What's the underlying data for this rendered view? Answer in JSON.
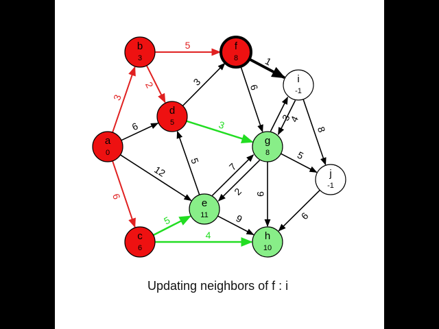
{
  "colors": {
    "page_background": "#000000",
    "panel_background": "#ffffff",
    "visited_node": "#ee1111",
    "frontier_node": "#88ee88",
    "unvisited_node": "#ffffff",
    "visited_edge": "#e02020",
    "tree_edge": "#22dd22",
    "default_edge": "#000000"
  },
  "nodes": [
    {
      "id": "a",
      "label": "a",
      "dist": "0",
      "state": "visited"
    },
    {
      "id": "b",
      "label": "b",
      "dist": "3",
      "state": "visited"
    },
    {
      "id": "c",
      "label": "c",
      "dist": "6",
      "state": "visited"
    },
    {
      "id": "d",
      "label": "d",
      "dist": "5",
      "state": "visited"
    },
    {
      "id": "e",
      "label": "e",
      "dist": "11",
      "state": "frontier"
    },
    {
      "id": "f",
      "label": "f",
      "dist": "8",
      "state": "current"
    },
    {
      "id": "g",
      "label": "g",
      "dist": "8",
      "state": "frontier"
    },
    {
      "id": "h",
      "label": "h",
      "dist": "10",
      "state": "frontier"
    },
    {
      "id": "i",
      "label": "i",
      "dist": "-1",
      "state": "unvisited"
    },
    {
      "id": "j",
      "label": "j",
      "dist": "-1",
      "state": "unvisited"
    }
  ],
  "edges": [
    {
      "from": "a",
      "to": "b",
      "weight": "3",
      "style": "visited"
    },
    {
      "from": "a",
      "to": "c",
      "weight": "6",
      "style": "visited"
    },
    {
      "from": "a",
      "to": "d",
      "weight": "6",
      "style": "default"
    },
    {
      "from": "a",
      "to": "e",
      "weight": "12",
      "style": "default"
    },
    {
      "from": "b",
      "to": "f",
      "weight": "5",
      "style": "visited"
    },
    {
      "from": "b",
      "to": "d",
      "weight": "2",
      "style": "visited"
    },
    {
      "from": "d",
      "to": "f",
      "weight": "3",
      "style": "default"
    },
    {
      "from": "d",
      "to": "g",
      "weight": "3",
      "style": "tree"
    },
    {
      "from": "c",
      "to": "e",
      "weight": "5",
      "style": "tree"
    },
    {
      "from": "c",
      "to": "h",
      "weight": "4",
      "style": "tree"
    },
    {
      "from": "e",
      "to": "d",
      "weight": "5",
      "style": "default"
    },
    {
      "from": "e",
      "to": "g",
      "weight": "7",
      "style": "default"
    },
    {
      "from": "g",
      "to": "e",
      "weight": "2",
      "style": "default"
    },
    {
      "from": "e",
      "to": "h",
      "weight": "9",
      "style": "default"
    },
    {
      "from": "f",
      "to": "i",
      "weight": "1",
      "style": "active"
    },
    {
      "from": "f",
      "to": "g",
      "weight": "6",
      "style": "default"
    },
    {
      "from": "g",
      "to": "i",
      "weight": "3",
      "style": "default"
    },
    {
      "from": "i",
      "to": "g",
      "weight": "4",
      "style": "default"
    },
    {
      "from": "i",
      "to": "j",
      "weight": "8",
      "style": "default"
    },
    {
      "from": "g",
      "to": "j",
      "weight": "5",
      "style": "default"
    },
    {
      "from": "g",
      "to": "h",
      "weight": "9",
      "style": "default"
    },
    {
      "from": "j",
      "to": "h",
      "weight": "6",
      "style": "default"
    }
  ],
  "caption": "Updating neighbors of f : i"
}
